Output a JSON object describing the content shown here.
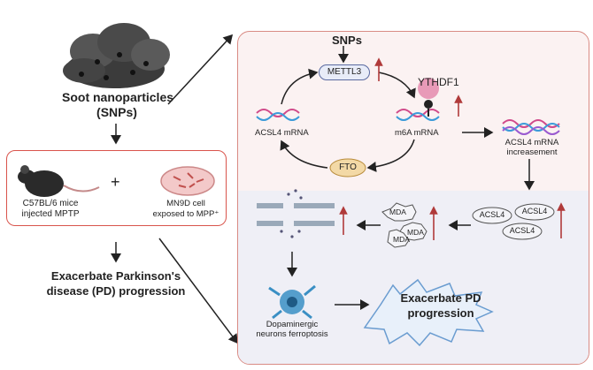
{
  "left": {
    "snp_title_line1": "Soot  nanoparticles",
    "snp_title_line2": "(SNPs)",
    "plus": "+",
    "mice_line1": "C57BL/6 mice",
    "mice_line2": "injected MPTP",
    "cell_line1": "MN9D cell",
    "cell_line2": "exposed to MPP⁺",
    "outcome_line1": "Exacerbate Parkinson's",
    "outcome_line2": "disease (PD) progression"
  },
  "cycle": {
    "snps": "SNPs",
    "mettl3": "METTL3",
    "ythdf1": "YTHDF1",
    "acsl4_mrna": "ACSL4 mRNA",
    "m6a_mrna": "m6A mRNA",
    "fto": "FTO"
  },
  "right": {
    "increase_line1": "ACSL4 mRNA",
    "increase_line2": "increasement",
    "acsl4_a": "ACSL4",
    "acsl4_b": "ACSL4",
    "acsl4_c": "ACSL4",
    "mda_a": "MDA",
    "mda_b": "MDA",
    "mda_c": "MDA",
    "neuron_line1": "Dopaminergic",
    "neuron_line2": "neurons ferroptosis",
    "burst_line1": "Exacerbate PD",
    "burst_line2": "progression"
  },
  "colors": {
    "box_border": "#d98b84",
    "up_arrow": "#b03a3a",
    "fto_fill": "#f3d9a6",
    "ythdf1_fill": "#e89ab8",
    "neuron_blue": "#3a8fc4"
  }
}
